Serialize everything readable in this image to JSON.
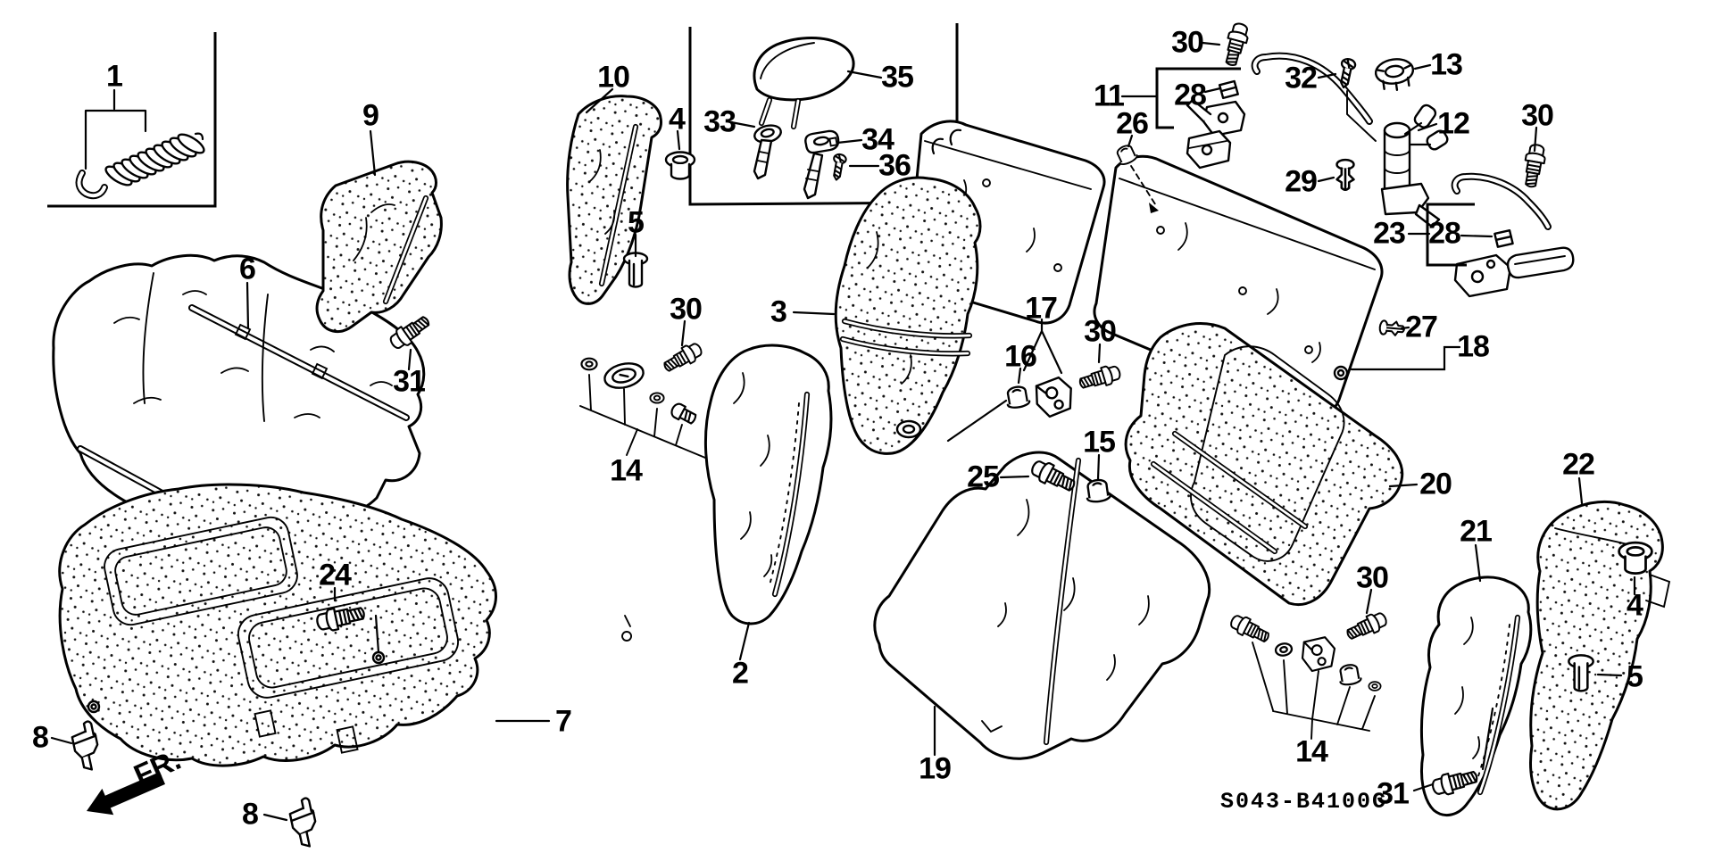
{
  "figure": {
    "part_code": "S043-B4100C",
    "direction_label": "FR.",
    "background_color": "#ffffff",
    "line_color": "#000000",
    "description": "Exploded parts diagram of a rear seat: cushion covers and pads, seat-back covers and pads, side bolsters, headrest, lock hardware and fasteners"
  },
  "callouts": [
    {
      "label": "1"
    },
    {
      "label": "6"
    },
    {
      "label": "9"
    },
    {
      "label": "10"
    },
    {
      "label": "4"
    },
    {
      "label": "5"
    },
    {
      "label": "33"
    },
    {
      "label": "35"
    },
    {
      "label": "34"
    },
    {
      "label": "36"
    },
    {
      "label": "30"
    },
    {
      "label": "11"
    },
    {
      "label": "28"
    },
    {
      "label": "26"
    },
    {
      "label": "32"
    },
    {
      "label": "13"
    },
    {
      "label": "12"
    },
    {
      "label": "29"
    },
    {
      "label": "30"
    },
    {
      "label": "23"
    },
    {
      "label": "28"
    },
    {
      "label": "27"
    },
    {
      "label": "18"
    },
    {
      "label": "31"
    },
    {
      "label": "30"
    },
    {
      "label": "3"
    },
    {
      "label": "14"
    },
    {
      "label": "17"
    },
    {
      "label": "16"
    },
    {
      "label": "30"
    },
    {
      "label": "25"
    },
    {
      "label": "15"
    },
    {
      "label": "20"
    },
    {
      "label": "22"
    },
    {
      "label": "21"
    },
    {
      "label": "30"
    },
    {
      "label": "4"
    },
    {
      "label": "5"
    },
    {
      "label": "2"
    },
    {
      "label": "19"
    },
    {
      "label": "24"
    },
    {
      "label": "7"
    },
    {
      "label": "8"
    },
    {
      "label": "8"
    },
    {
      "label": "14"
    },
    {
      "label": "31"
    }
  ]
}
